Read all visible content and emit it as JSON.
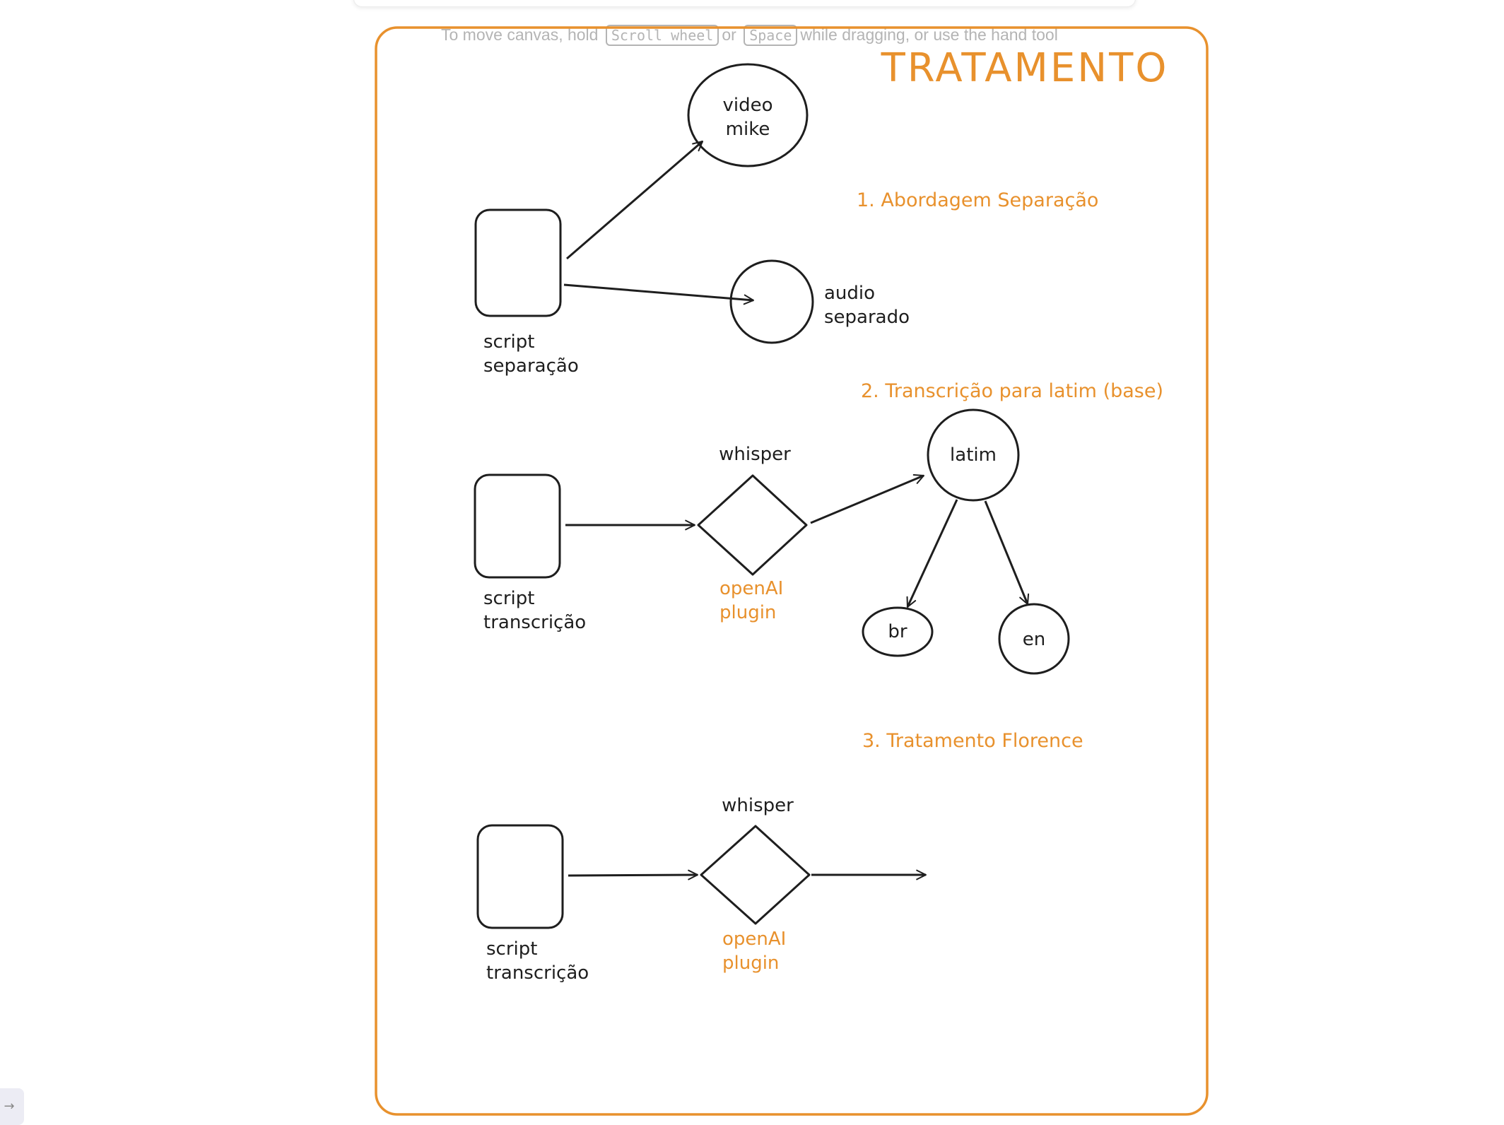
{
  "hint": {
    "prefix": "To move canvas, hold",
    "key1": "Scroll wheel",
    "middle": "or",
    "key2": "Space",
    "suffix": "while dragging, or use the hand tool"
  },
  "title": "TRATAMENTO",
  "sections": {
    "s1": "1. Abordagem Separação",
    "s2": "2. Transcrição para latim (base)",
    "s3": "3. Tratamento Florence"
  },
  "nodes": {
    "video_line1": "video",
    "video_line2": "mike",
    "audio_line1": "audio",
    "audio_line2": "separado",
    "script1_line1": "script",
    "script1_line2": "separação",
    "script2_line1": "script",
    "script2_line2": "transcrição",
    "script3_line1": "script",
    "script3_line2": "transcrição",
    "whisper2": "whisper",
    "whisper3": "whisper",
    "openai2_line1": "openAI",
    "openai2_line2": "plugin",
    "openai3_line1": "openAI",
    "openai3_line2": "plugin",
    "latim": "latim",
    "br": "br",
    "en": "en"
  },
  "sidebar": {
    "expand_icon": "arrow-right-icon"
  },
  "colors": {
    "accent": "#e8912d",
    "stroke": "#1e1e1e",
    "hint": "#b4b4b4"
  }
}
